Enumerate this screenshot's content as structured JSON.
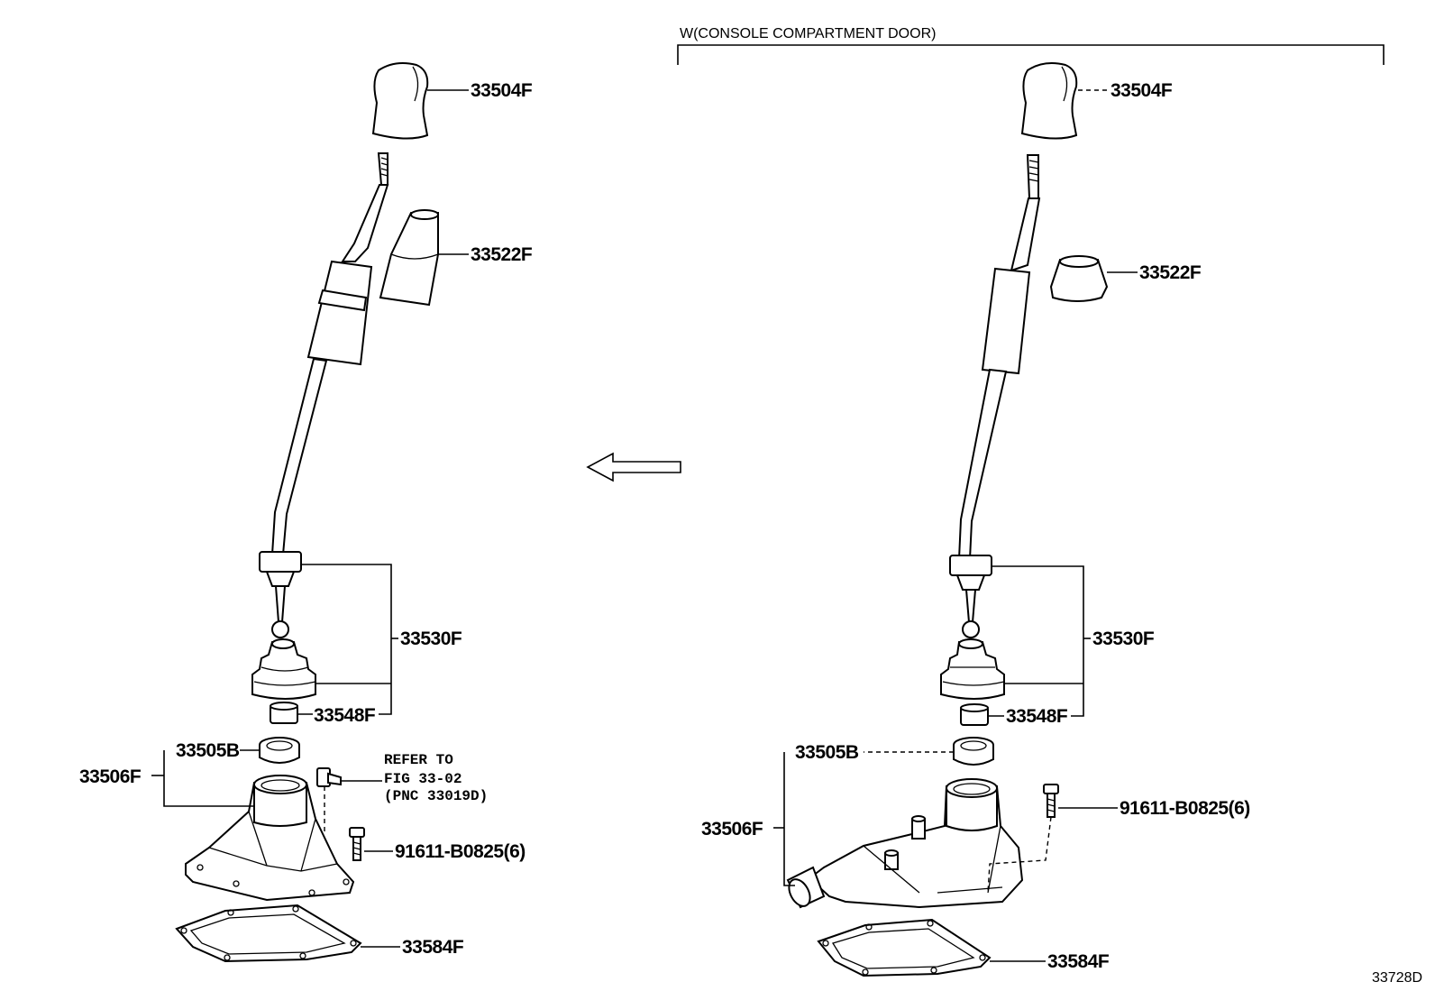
{
  "header": {
    "variant_label": "W(CONSOLE COMPARTMENT DOOR)"
  },
  "figure_id": "33728D",
  "left_assembly": {
    "knob": "33504F",
    "boot_upper": "33522F",
    "lever_assy": "33530F",
    "seat": "33548F",
    "retainer": "33505B",
    "housing": "33506F",
    "bolt": "91611-B0825(6)",
    "gasket": "33584F",
    "note_line1": "REFER TO",
    "note_line2": "FIG 33-02",
    "note_line3": "(PNC 33019D)"
  },
  "right_assembly": {
    "knob": "33504F",
    "boot_upper": "33522F",
    "lever_assy": "33530F",
    "seat": "33548F",
    "retainer": "33505B",
    "housing": "33506F",
    "bolt": "91611-B0825(6)",
    "gasket": "33584F"
  },
  "icons": {
    "direction_arrow": "left-arrow-icon"
  }
}
